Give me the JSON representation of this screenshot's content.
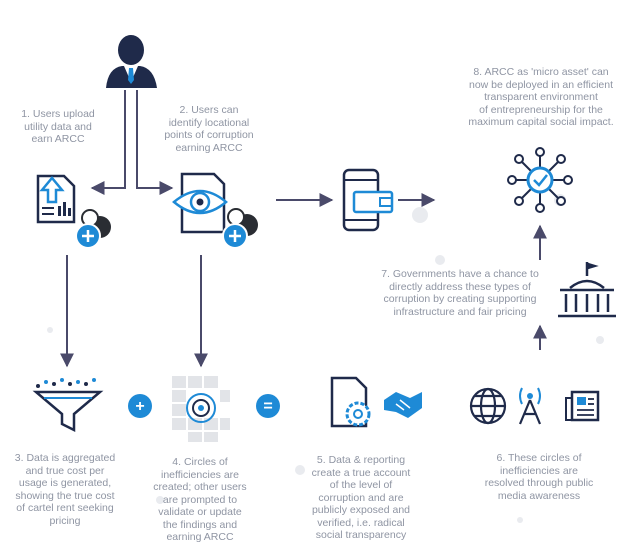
{
  "steps": {
    "s1": "1. Users upload\nutility data and\nearn ARCC",
    "s2": "2. Users can\nidentify locational\npoints of corruption\nearning ARCC",
    "s3": "3. Data is aggregated\nand true cost per\nusage is generated,\nshowing the true cost\nof cartel rent seeking\npricing",
    "s4": "4. Circles of\ninefficiencies are\ncreated; other users\nare prompted to\nvalidate or update\nthe findings and\nearning ARCC",
    "s5": "5. Data & reporting\ncreate a true account\nof the level of\ncorruption and are\npublicly exposed and\nverified, i.e. radical\nsocial transparency",
    "s6": "6. These circles of\ninefficiencies are\nresolved through public\nmedia awareness",
    "s7": "7. Governments have a chance to\ndirectly address these types of\ncorruption by creating supporting\ninfrastructure and fair pricing",
    "s8": "8. ARCC as 'micro asset' can\nnow be deployed in an efficient\ntransparent environment\nof entrepreneurship for the\nmaximum capital social impact."
  },
  "operators": {
    "plus": "+",
    "equals": "="
  },
  "colors": {
    "navy": "#1f2a4a",
    "blue": "#1e8ad6",
    "arrow": "#4a4a6a",
    "text": "#8f95a3"
  },
  "icons": [
    "user-icon",
    "upload-document-icon",
    "eye-document-icon",
    "phone-wallet-icon",
    "network-hub-icon",
    "government-building-icon",
    "funnel-icon",
    "grid-target-icon",
    "document-gear-icon",
    "handshake-icon",
    "globe-icon",
    "broadcast-tower-icon",
    "newspaper-icon"
  ]
}
